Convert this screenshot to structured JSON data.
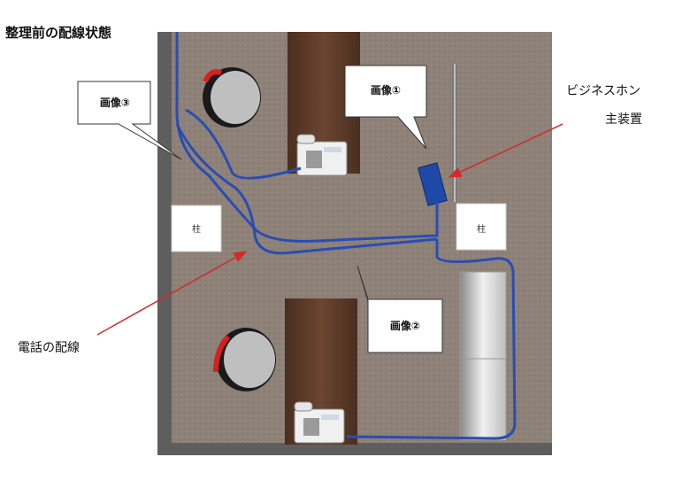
{
  "title": "整理前の配線状態",
  "callouts": {
    "image1": "画像①",
    "image2": "画像②",
    "image3": "画像③"
  },
  "labels": {
    "business_phone_line1": "ビジネスホン",
    "business_phone_line2": "主装置",
    "phone_wiring": "電話の配線"
  },
  "pillars": {
    "left": "柱",
    "right": "柱"
  },
  "colors": {
    "carpet": "#8d8178",
    "wall": "#5e5e5e",
    "desk": "#5b3a28",
    "cable": "#2a4db3",
    "main_unit": "#1f49a8",
    "chair_accent": "#d62020",
    "arrow": "#d42a2a"
  }
}
